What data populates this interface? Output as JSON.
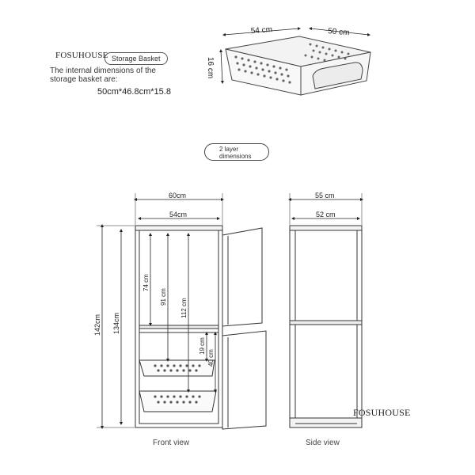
{
  "brand": "FOSUHOUSE",
  "brand_bottom": "FOSUHOUSE",
  "basket": {
    "tag": "Storage Basket",
    "note_line1": "The internal dimensions of the",
    "note_line2": "storage basket are:",
    "dims": "50cm*46.8cm*15.8",
    "width_label": "54 cm",
    "depth_label": "50 cm",
    "height_label": "16 cm"
  },
  "section_pill": {
    "line1": "2 layer",
    "line2": "dimensions"
  },
  "front": {
    "caption": "Front view",
    "outer_width": "60cm",
    "inner_width": "54cm",
    "total_height": "142cm",
    "inner_height": "134cm",
    "upper_74": "74 cm",
    "upper_91": "91 cm",
    "upper_112": "112 cm",
    "lower_19": "19 cm",
    "lower_40": "40 cm"
  },
  "side": {
    "caption": "Side view",
    "outer_depth": "55 cm",
    "inner_depth": "52 cm"
  }
}
